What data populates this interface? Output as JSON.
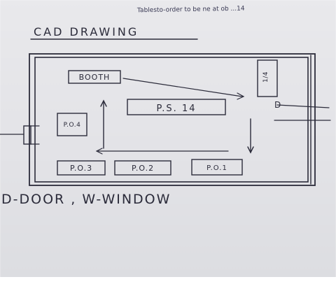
{
  "header_note": "Tablesto-order to be ne at ob ...14",
  "title": "CAD DRAWING",
  "labels": {
    "booth": "BOOTH",
    "ps": "P.S. 14",
    "po4": "P.O.4",
    "po3": "P.O.3",
    "po2": "P.O.2",
    "po1": "P.O.1",
    "corner": "1/4",
    "door_mark": "D"
  },
  "legend": "D-DOOR , W-WINDOW",
  "colors": {
    "paper": "#e6e6ea",
    "ink": "#2b2b3a"
  }
}
